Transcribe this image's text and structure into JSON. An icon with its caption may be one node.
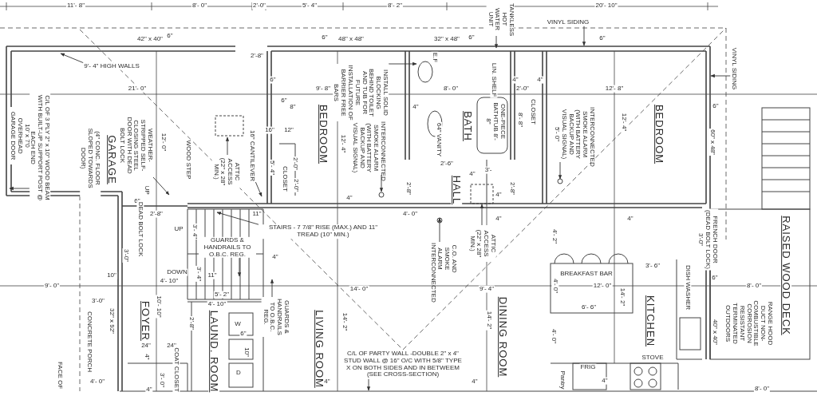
{
  "diagram": {
    "nodes": [
      {
        "text": [
          "VINYL SIDING"
        ]
      },
      {
        "text": [
          "TANKLESS HOT WATER UNIT"
        ]
      },
      {
        "text": [
          "VINYL SIDING"
        ]
      },
      {
        "text": [
          "9'- 4\" HIGH WALLS"
        ]
      },
      {
        "text": [
          "C/L OF 3 PLY 2\" x 10\" WOOD BEAM WITH BUILT-UP SUPPORT POST @ EACH END"
        ]
      },
      {
        "text": [
          "WEATHER-STRIPPED SELF-CLOSING STEEL DOOR WITH DEAD BOLT LOCK"
        ]
      },
      {
        "text": [
          "ATTIC ACCESS (22\" x 28\" MIN.)"
        ]
      },
      {
        "text": [
          "16\" CANTILEVER"
        ]
      },
      {
        "text": [
          "INSTALL SOLID BLOCKING BEHIND TOILET AND TUB FOR FUTURE INSTALLATION OF BARRIER FREE BARS"
        ]
      },
      {
        "text": [
          "INTERCONNECTED SMOKE ALARM (WITH BATTERY BACKUP AND VISUAL SIGNAL)"
        ]
      },
      {
        "text": [
          "INTERCONNECTED SMOKE ALARM (WITH BATTERY BACKUP AND VISUAL SIGNAL) 5'- 0\""
        ]
      },
      {
        "text": [
          "C.O. AND SMOKE ALARM INTERCONNECTED"
        ]
      },
      {
        "text": [
          "ATTIC ACCESS (22\" x 28\" MIN.)"
        ]
      },
      {
        "text": [
          "GUARDS & HANDRAILS TO O.B.C. REG."
        ]
      },
      {
        "text": [
          "STAIRS - 7 7/8\" RISE (MAX.) AND 11\" TREAD (10\" MIN.)"
        ]
      },
      {
        "text": [
          "GUARDS & HANDRAILS TO O.B.C. REG."
        ]
      },
      {
        "text": [
          "C/L OF PARTY WALL -DOUBLE 2\" x 4\" STUD WALL @ 16\" O/C WITH 5/8\" TYPE X ON BOTH SIDES AND IN BETWEEM (SEE CROSS-SECTION)"
        ]
      }
    ],
    "edges": [
      {
        "from": 0,
        "to": null,
        "arrow": "to"
      },
      {
        "from": 1,
        "to": null,
        "arrow": "to"
      },
      {
        "from": 2,
        "to": null,
        "arrow": "to"
      },
      {
        "from": 3,
        "to": null,
        "arrow": "to"
      },
      {
        "from": 4,
        "to": null,
        "arrow": "to"
      },
      {
        "from": 5,
        "to": null,
        "arrow": "to"
      },
      {
        "from": 6,
        "to": null,
        "arrow": "to"
      },
      {
        "from": 7,
        "to": null,
        "arrow": "to"
      },
      {
        "from": 8,
        "to": null,
        "arrow": "to"
      },
      {
        "from": 9,
        "to": null,
        "arrow": "to"
      },
      {
        "from": 10,
        "to": null,
        "arrow": "to"
      },
      {
        "from": 11,
        "to": null,
        "arrow": "to"
      },
      {
        "from": 12,
        "to": null,
        "arrow": "to"
      },
      {
        "from": 13,
        "to": null,
        "arrow": "to"
      },
      {
        "from": 14,
        "to": null,
        "arrow": "to"
      },
      {
        "from": 15,
        "to": null,
        "arrow": "to"
      },
      {
        "from": 16,
        "to": null,
        "arrow": "to"
      }
    ],
    "labels": [
      "11'- 8\"",
      "8'- 0\"",
      "2'-0\"",
      "5'- 4\"",
      "8'- 2\"",
      "20'- 10\"",
      "42\" x 40\"",
      "6\"",
      "6\"",
      "48\" x 48\"",
      "32\" x 48\"",
      "6\"",
      "6\"",
      "10' x 7'0 OVERHEAD GARAGE DOOR",
      "(4\" CONC. FLOOR SLOPED TOWARDS DOOR)",
      "GARAGE",
      "21'- 0\"",
      "6\"",
      "UP",
      "12'- 0\"",
      "WOOD STEP",
      "2'-8\"",
      "16\"",
      "5'- 4\"",
      "6\"",
      "6\"",
      "CLOSET",
      "12\"",
      "8\"",
      "2'-0\"",
      "2'-0\"",
      "BEDROOM",
      "9'- 8\"",
      "12'- 4\"",
      "4\"",
      "2'-8\"",
      "4\"",
      "E.F",
      "64\" VANITY",
      "2'-6\"",
      "8'- 0\"",
      "HALL",
      "BATH",
      "4\"",
      "3'-",
      "LIN. SHELF",
      "ONE-PIECE BATHTUB 8'- 8\"",
      "4\"",
      "2'-8\"",
      "4\"",
      "8'- 8\"",
      "2'-0\"",
      "CLOSET",
      "4\"",
      "12'- 8\"",
      "12'- 4\"",
      "BEDROOM",
      "60\" x 48\"",
      "6\"",
      "9'- 0\"",
      "10\"",
      "3'-0\"",
      "DEAD BOLT LOCK",
      "2'-8\"",
      "10'- 10\"",
      "4'- 10\"",
      "DOWN",
      "UP",
      "3'- 4\"",
      "3'- 4\"",
      "11\"",
      "5'- 2\"",
      "11\"",
      "4\"",
      "14'- 0\"",
      "4'- 0\"",
      "9'- 4\"",
      "4\"",
      "4'- 2\"",
      "4'- 0\"",
      "BREAKFAST BAR",
      "12'- 0\"",
      "14'- 2\"",
      "4\"",
      "3'- 6\"",
      "DISH WASHER",
      "FRENCH DOOR (DEAD BOLT LOCK) 3'-0\"",
      "6\"",
      "8'- 0\"",
      "RAISED WOOD DECK",
      "FACE OF",
      "CONCRETE PORCH",
      "4'- 0\"",
      "3'-0\"",
      "32\" x 92\"",
      "FOYER",
      "24\"",
      "4\"",
      "4\"",
      "3'- 0\"",
      "24\"",
      "COAT CLOSET",
      "2'-8\"",
      "LAUND. ROOM",
      "4'- 10\"",
      "W",
      "D",
      "6\"",
      "10\"",
      "LIVING ROOM",
      "4\"",
      "14'- 2\"",
      "4\"",
      "14'- 2\"",
      "DINING ROOM",
      "4'- 0\"",
      "Pantry",
      "FRIG",
      "6'- 6\"",
      "4\"",
      "KITCHEN",
      "STOVE",
      "40\" x 40\"",
      "RANGE HOOD DUCT NON-COMBUSTIBLE CORROSION RESISTANT TERMINATED OUTDOORS",
      "8'- 0\""
    ]
  }
}
